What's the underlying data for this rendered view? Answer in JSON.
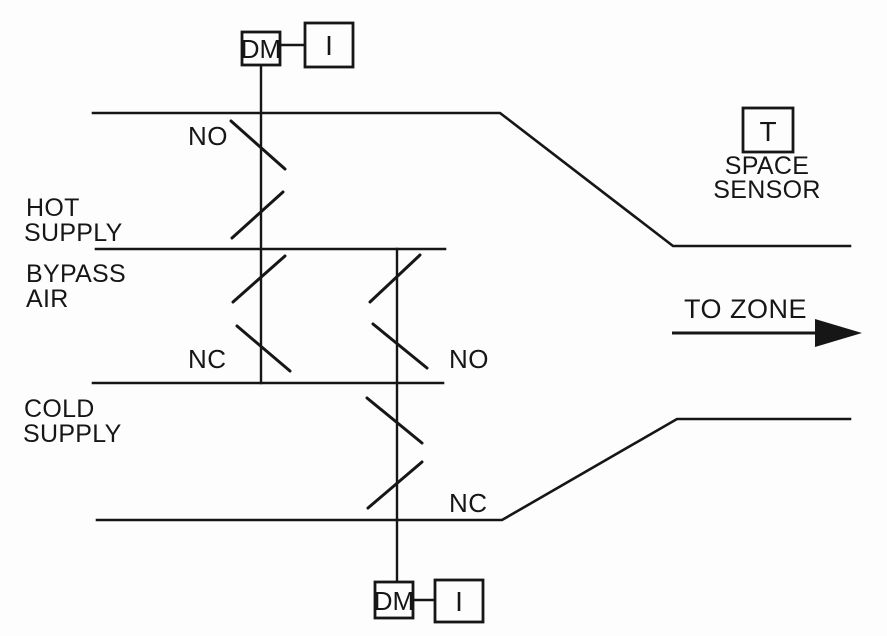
{
  "diagram": {
    "ducts": {
      "hot": {
        "label_line1": "HOT",
        "label_line2": "SUPPLY"
      },
      "bypass": {
        "label_line1": "BYPASS",
        "label_line2": "AIR"
      },
      "cold": {
        "label_line1": "COLD",
        "label_line2": "SUPPLY"
      }
    },
    "dampers": {
      "hot_state": "NO",
      "bypass_left_state": "NC",
      "bypass_right_state": "NO",
      "cold_state": "NC"
    },
    "devices": {
      "top_damper_motor": "DM",
      "top_transducer": "I",
      "bottom_damper_motor": "DM",
      "bottom_transducer": "I",
      "sensor_symbol": "T",
      "sensor_label_line1": "SPACE",
      "sensor_label_line2": "SENSOR"
    },
    "flow": {
      "to_zone": "TO ZONE"
    },
    "colors": {
      "line": "#161616",
      "background": "#ffffff"
    }
  }
}
